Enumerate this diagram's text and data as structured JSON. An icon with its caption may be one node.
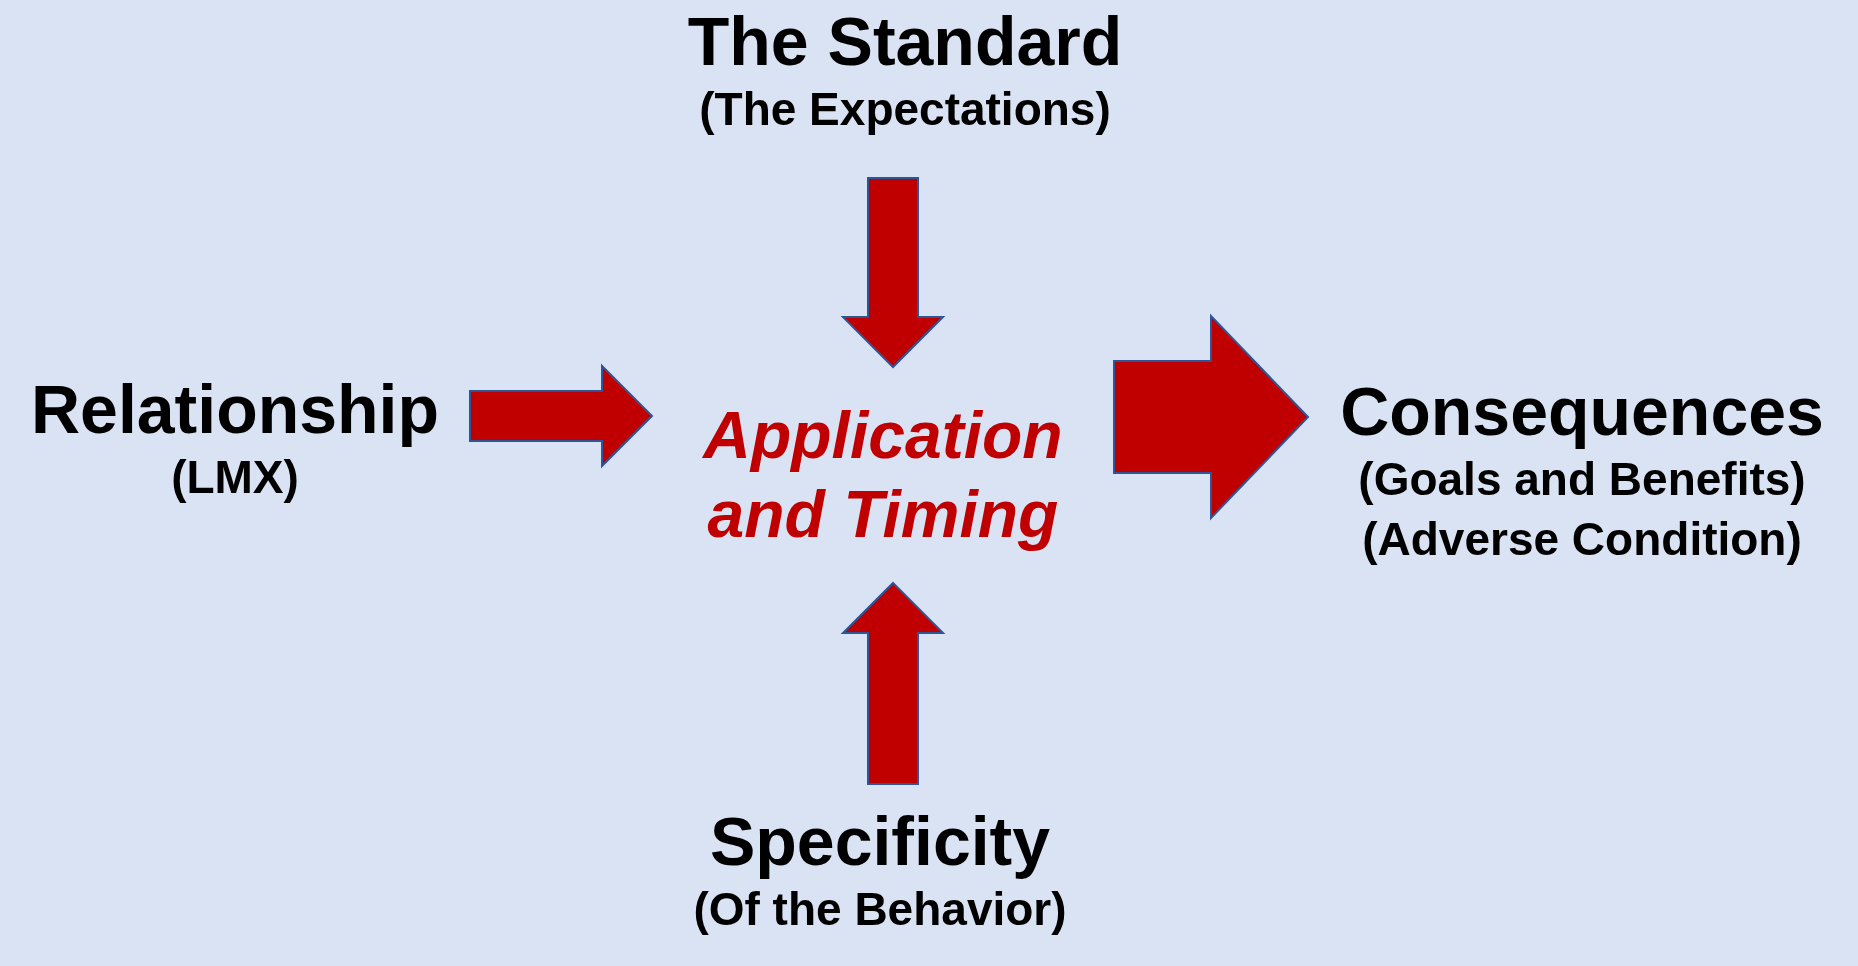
{
  "diagram": {
    "nodes": [
      {
        "text": [
          "The Standard",
          "(The Expectations)"
        ]
      },
      {
        "text": [
          "Relationship",
          "(LMX)"
        ]
      },
      {
        "text": [
          "Application and Timing"
        ]
      },
      {
        "text": [
          "Consequences",
          "(Goals and Benefits)",
          "(Adverse Condition)"
        ]
      },
      {
        "text": [
          "Specificity",
          "(Of the Behavior)"
        ]
      }
    ],
    "edges": [
      {
        "from": 0,
        "to": 2,
        "arrow": "to"
      },
      {
        "from": 1,
        "to": 2,
        "arrow": "to"
      },
      {
        "from": 4,
        "to": 2,
        "arrow": "to"
      },
      {
        "from": 2,
        "to": 3,
        "arrow": "to",
        "style": "thick"
      }
    ]
  }
}
